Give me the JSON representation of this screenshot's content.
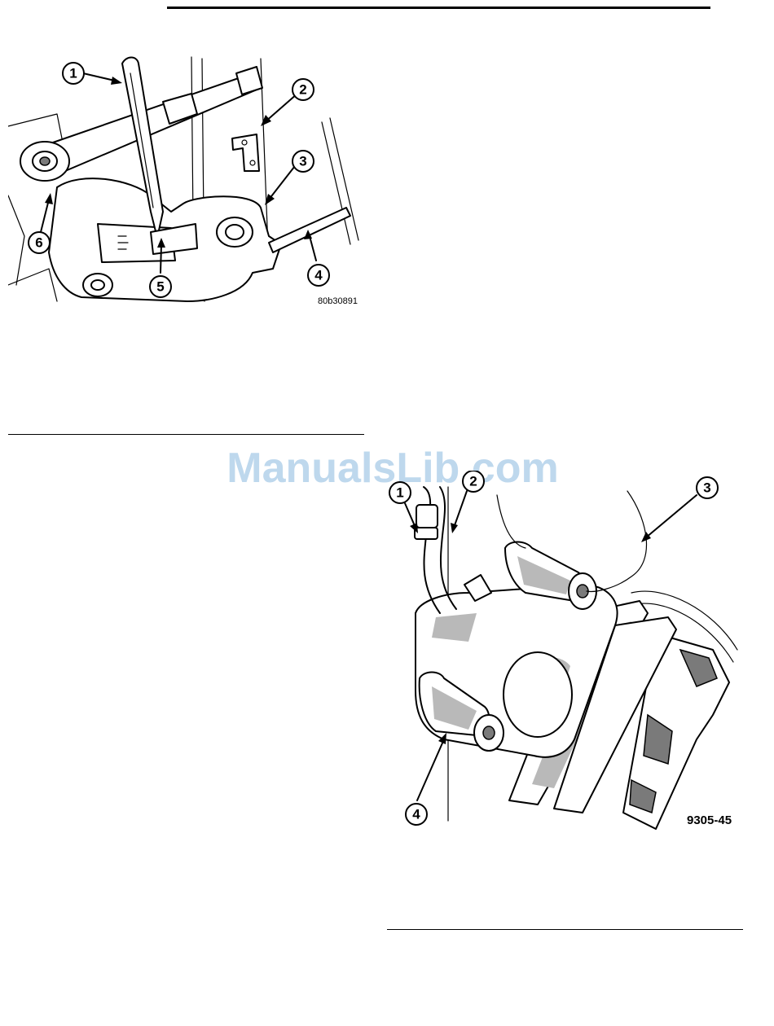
{
  "figure1": {
    "code": "80b30891",
    "callouts": [
      "1",
      "2",
      "3",
      "4",
      "5",
      "6"
    ]
  },
  "figure2": {
    "code": "9305-45",
    "callouts": [
      "1",
      "2",
      "3",
      "4"
    ]
  },
  "watermark": "ManualsLib.com",
  "colors": {
    "watermark": "#b8d4ec",
    "ink": "#000000",
    "shading": "#b9b9b9"
  }
}
